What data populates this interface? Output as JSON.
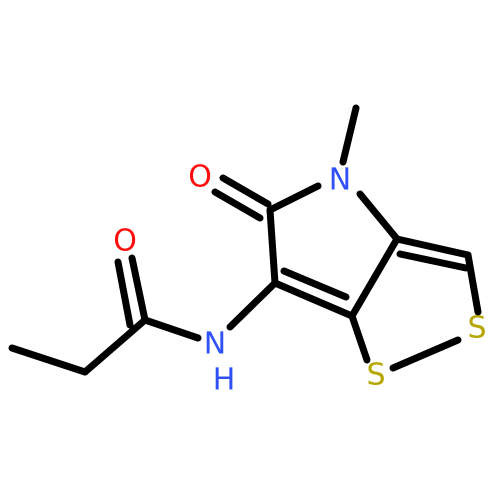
{
  "molecule": {
    "atoms": {
      "o_ring": {
        "symbol": "O",
        "color": "#ff0d0d"
      },
      "n_ring": {
        "symbol": "N",
        "color": "#3050f8"
      },
      "s_right": {
        "symbol": "S",
        "color": "#b5a600"
      },
      "s_bottom": {
        "symbol": "S",
        "color": "#b5a600"
      },
      "o_amide": {
        "symbol": "O",
        "color": "#ff0d0d"
      },
      "n_amide": {
        "symbol": "N",
        "color": "#3050f8"
      },
      "h_amide": {
        "symbol": "H",
        "color": "#3050f8"
      }
    },
    "bond_color": "#000000"
  }
}
